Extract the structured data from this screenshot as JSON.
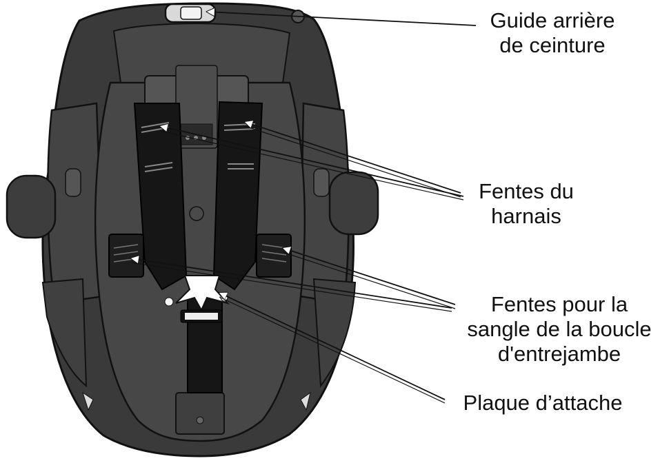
{
  "labels": {
    "guide": {
      "line1": "Guide arrière",
      "line2": "de ceinture"
    },
    "fentes_harnais": {
      "line1": "Fentes du",
      "line2": "harnais"
    },
    "fentes_sangle": {
      "line1": "Fentes pour la",
      "line2": "sangle de la boucle",
      "line3": "d'entrejambe"
    },
    "plaque": {
      "line1": "Plaque d’attache"
    }
  },
  "colors": {
    "seat_shell": "#3a3a3a",
    "seat_inner": "#474747",
    "outline": "#111111",
    "harness": "#161616",
    "highlight": "#ffffff"
  }
}
